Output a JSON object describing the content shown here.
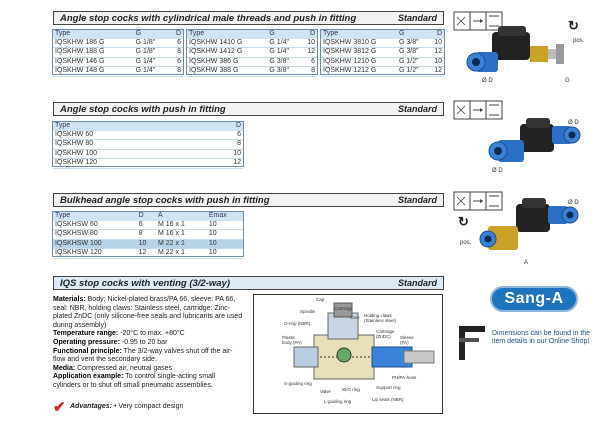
{
  "section1": {
    "title": "Angle stop cocks with cylindrical male threads and push in fitting",
    "standard": "Standard",
    "headers": [
      "Type",
      "G",
      "D"
    ],
    "col1": [
      [
        "IQSKHW 186 G",
        "G 1/8\"",
        "6"
      ],
      [
        "IQSKHW 188 G",
        "G 1/8\"",
        "8"
      ],
      [
        "IQSKHW 146 G",
        "G 1/4\"",
        "6"
      ],
      [
        "IQSKHW 148 G",
        "G 1/4\"",
        "8"
      ]
    ],
    "col2": [
      [
        "IQSKHW 1410 G",
        "G 1/4\"",
        "10"
      ],
      [
        "IQSKHW 1412 G",
        "G 1/4\"",
        "12"
      ],
      [
        "IQSKHW 386 G",
        "G 3/8\"",
        "6"
      ],
      [
        "IQSKHW 388 G",
        "G 3/8\"",
        "8"
      ]
    ],
    "col3": [
      [
        "IQSKHW 3810 G",
        "G 3/8\"",
        "10"
      ],
      [
        "IQSKHW 3812 G",
        "G 3/8\"",
        "12"
      ],
      [
        "IQSKHW 1210 G",
        "G 1/2\"",
        "10"
      ],
      [
        "IQSKHW 1212 G",
        "G 1/2\"",
        "12"
      ]
    ],
    "labels": {
      "d": "Ø D",
      "g": "G",
      "pos": "pos."
    }
  },
  "section2": {
    "title": "Angle stop cocks with push in fitting",
    "standard": "Standard",
    "headers": [
      "Type",
      "D"
    ],
    "rows": [
      [
        "IQSKHW 60",
        "6"
      ],
      [
        "IQSKHW 80",
        "8"
      ],
      [
        "IQSKHW 100",
        "10"
      ],
      [
        "IQSKHW 120",
        "12"
      ]
    ],
    "labels": {
      "d1": "Ø D",
      "d2": "Ø D"
    }
  },
  "section3": {
    "title": "Bulkhead angle stop cocks with push in fitting",
    "standard": "Standard",
    "headers": [
      "Type",
      "D",
      "A",
      "Emax"
    ],
    "rows": [
      [
        "IQSKHSW 60",
        "6",
        "M 16 x 1",
        "10"
      ],
      [
        "IQSKHSW 80",
        "8",
        "M 16 x 1",
        "10"
      ],
      [
        "IQSKHSW 100",
        "10",
        "M 22 x 1",
        "10"
      ],
      [
        "IQSKHSW 120",
        "12",
        "M 22 x 1",
        "10"
      ]
    ],
    "labels": {
      "pos": "pos.",
      "d": "Ø D",
      "a": "A"
    }
  },
  "section4": {
    "title": "IQS stop cocks with venting (3/2-way)",
    "standard": "Standard",
    "materials_label": "Materials:",
    "materials_text": "Body: Nickel-plated brass/PA 66, sleeve: PA 66, seal: NBR, holding claws: Stainless steel, cartridge: Zinc-plated ZnDC (only silicone-free seals and lubricants are used during assembly)",
    "temp_label": "Temperature range:",
    "temp_text": "-20°C to max. +80°C",
    "pressure_label": "Operating pressure:",
    "pressure_text": "-0.95 to 20 bar",
    "principle_label": "Functional principle:",
    "principle_text": "The 3/2-way valves shut off the air-flow and vent the secondary side.",
    "media_label": "Media:",
    "media_text": "Compressed air, neutral gases",
    "app_label": "Application example:",
    "app_text": "To control single-acting small cylinders or to shut off small pneumatic assemblies.",
    "adv_label": "Advantages:",
    "adv_text": "• Very compact design",
    "diagram_labels": [
      "Cap",
      "Spindle",
      "Cartridge",
      "Cam",
      "Holding claws (Stainless steel)",
      "O-ring (NBR)",
      "Plastic body (PA)",
      "Cartridge (ZnDC)",
      "Sleeve (PA)",
      "PU/PA-hose",
      "Support ring",
      "S-guiding ring",
      "Valve",
      "W/O ring",
      "L-guiding ring",
      "Lip seals (NBR)"
    ]
  },
  "brand": "Sang-A",
  "info_text": "Dimensions can be found in the item details in our Online Shop!"
}
